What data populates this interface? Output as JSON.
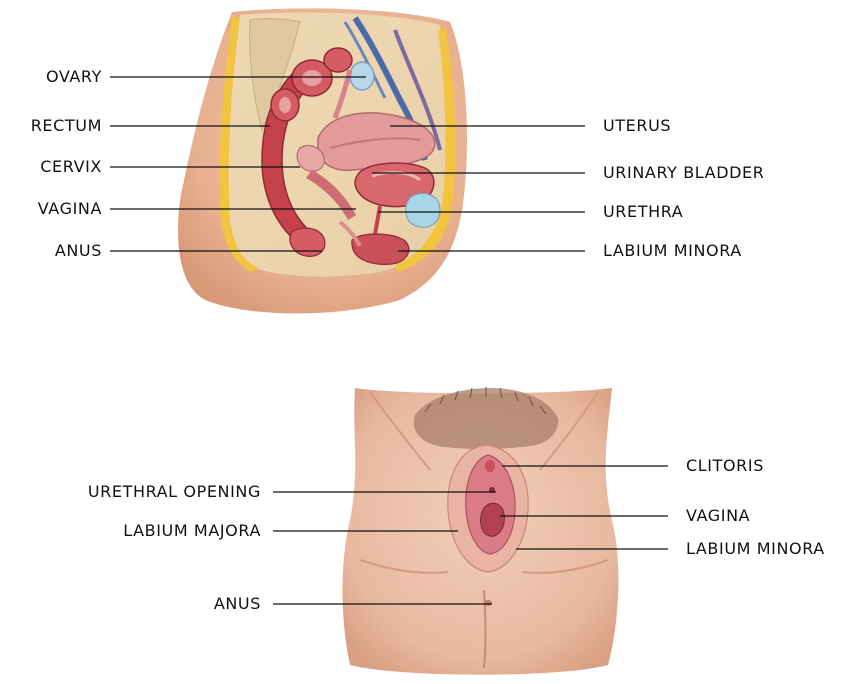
{
  "diagram": {
    "side_view_labels": {
      "ovary": "OVARY",
      "rectum": "RECTUM",
      "cervix": "CERVIX",
      "vagina": "VAGINA",
      "anus": "ANUS",
      "uterus": "UTERUS",
      "urinary_bladder": "URINARY BLADDER",
      "urethra": "URETHRA",
      "labium_minora": "LABIUM MINORA"
    },
    "external_view_labels": {
      "urethral_opening": "URETHRAL OPENING",
      "labium_majora": "LABIUM MAJORA",
      "anus": "ANUS",
      "clitoris": "CLITORIS",
      "vagina": "VAGINA",
      "labium_minora": "LABIUM MINORA"
    },
    "colors": {
      "skin": "#ebb799",
      "tissue_red": "#c6424b",
      "tissue_pink": "#e39a9a",
      "fat_yellow": "#f2c43f",
      "bladder_blue": "#a9d6e6",
      "background": "#ffffff",
      "leader_line": "#111111"
    }
  }
}
